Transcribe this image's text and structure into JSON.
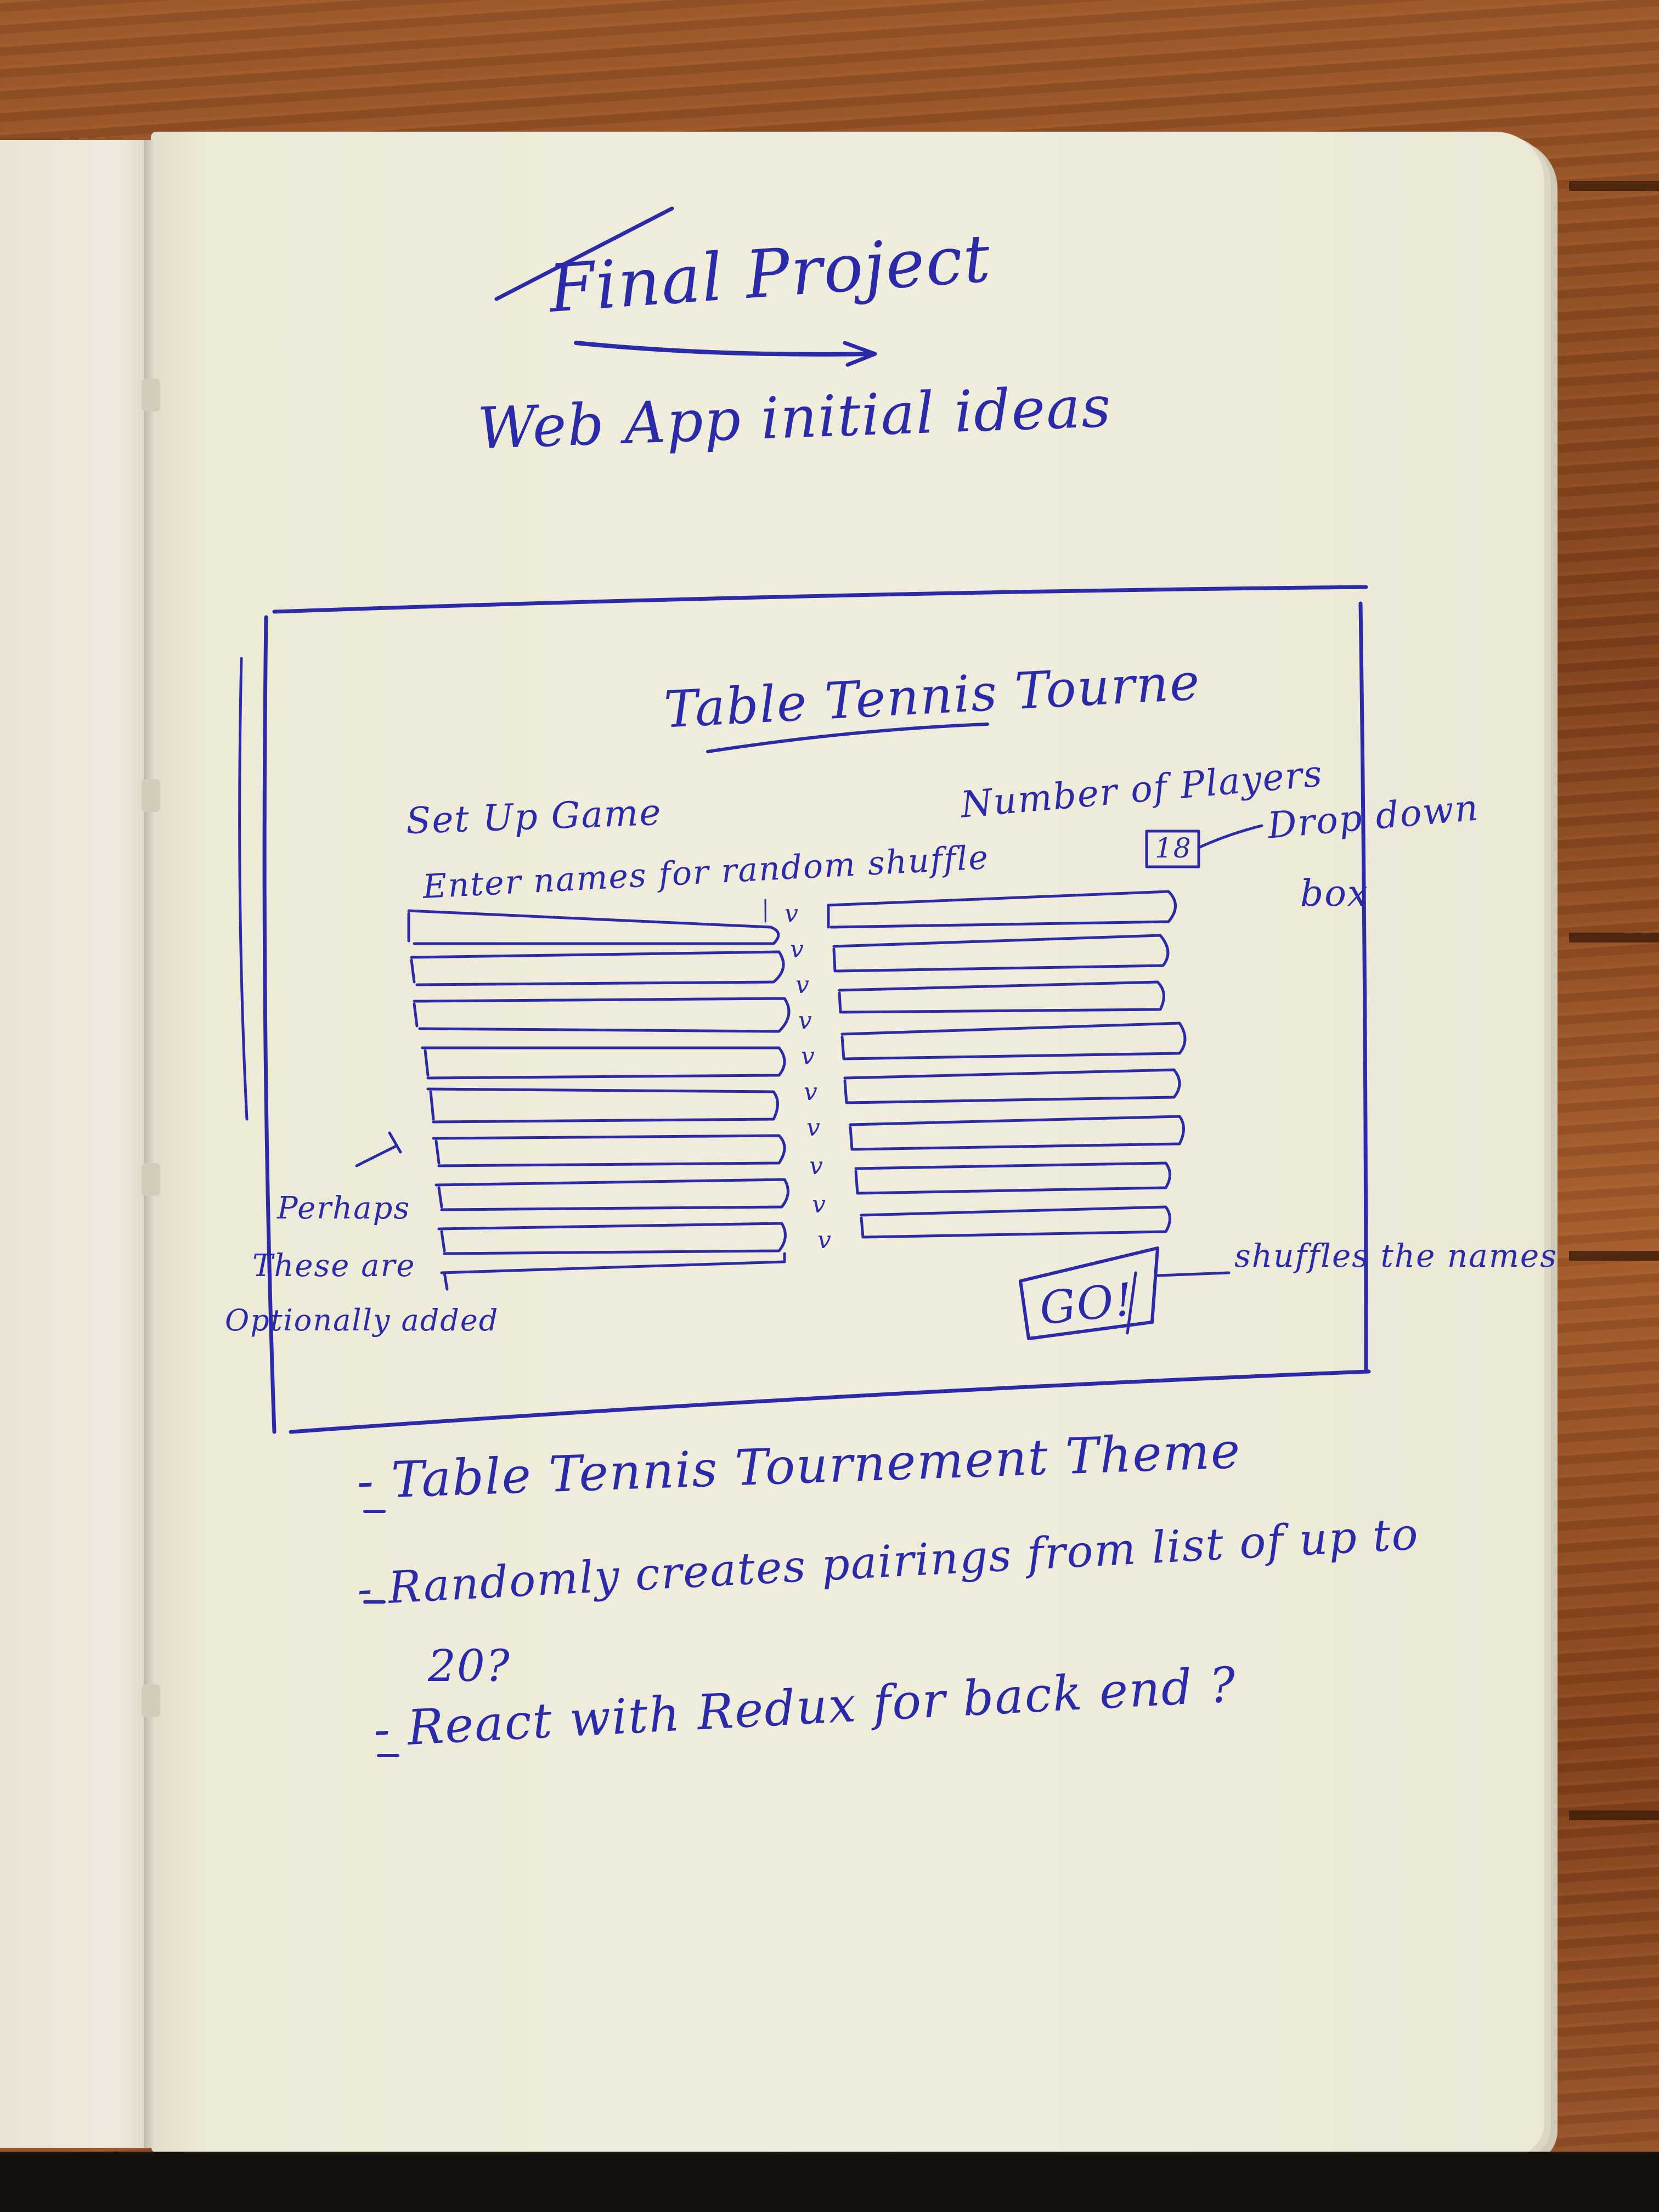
{
  "page": {
    "title": "Final Project",
    "subtitle": "Web App initial ideas"
  },
  "wireframe": {
    "app_title": "Table Tennis Tourne",
    "setup_heading": "Set Up Game",
    "names_prompt": "Enter names for random shuffle",
    "players_label": "Number of Players",
    "players_value": "18",
    "dropdown_note_1": "Drop down",
    "dropdown_note_2": "box",
    "optional_note_1": "Perhaps",
    "optional_note_2": "These are",
    "optional_note_3": "Optionally added",
    "go_button": "GO!",
    "go_note": "shuffles the names",
    "checkmark": "v"
  },
  "notes": [
    "- Table Tennis Tournement Theme",
    "- Randomly creates pairings from list of up to",
    "20?",
    "- React with Redux for back end ?"
  ],
  "colors": {
    "ink": "#2b2aa8",
    "paper": "#f1eddd",
    "wood": "#8a4a22"
  }
}
